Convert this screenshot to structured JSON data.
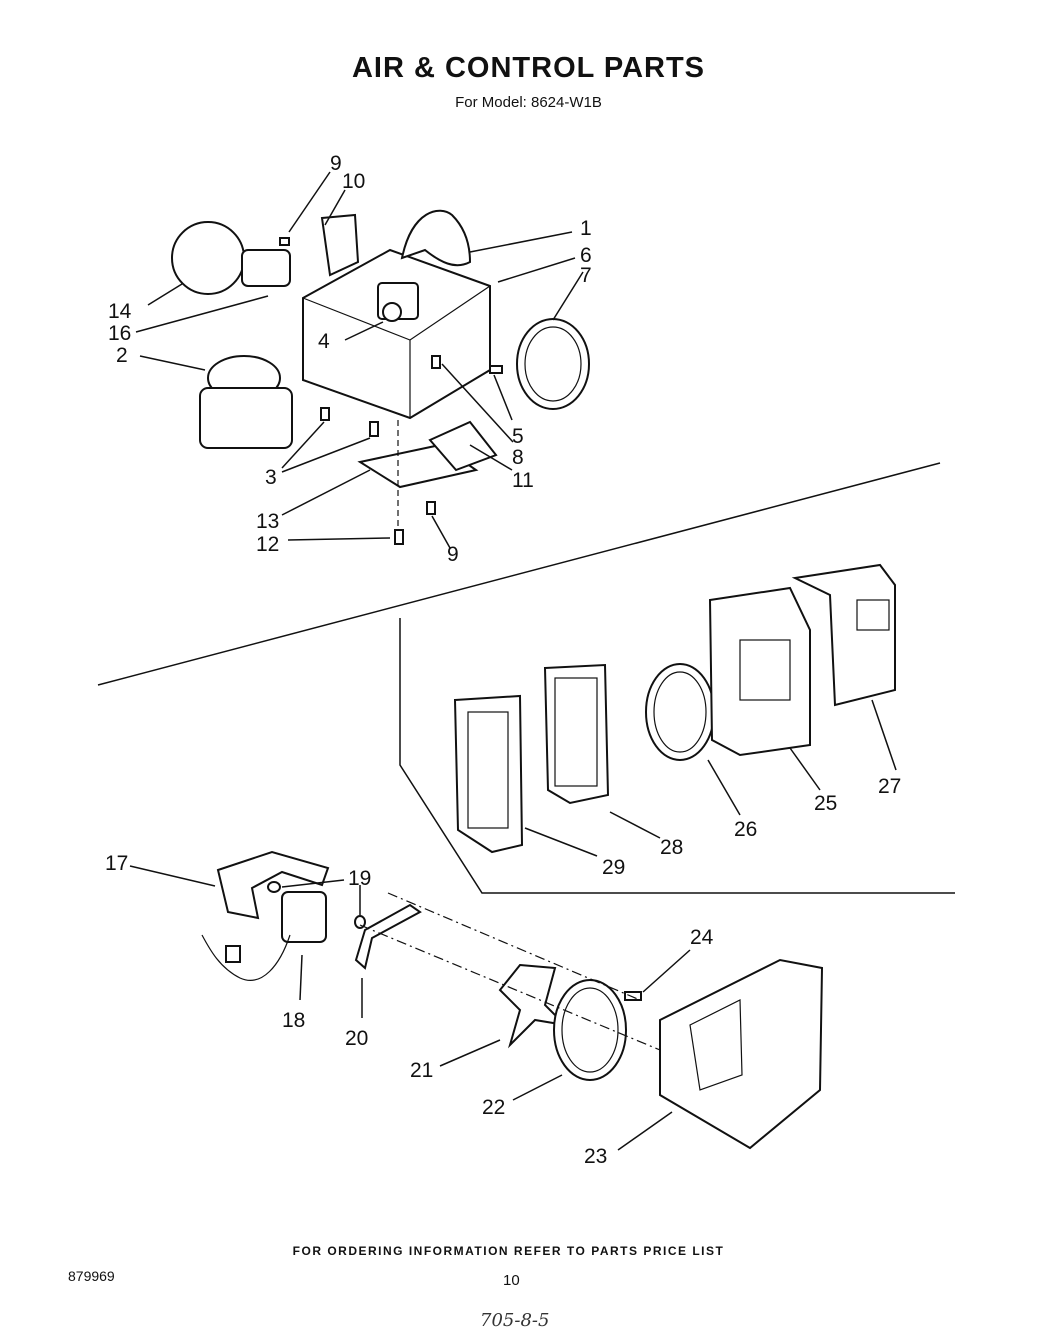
{
  "header": {
    "title": "AIR & CONTROL PARTS",
    "subtitle": "For Model: 8624-W1B"
  },
  "callouts": {
    "c1": "1",
    "c2": "2",
    "c3": "3",
    "c4": "4",
    "c5": "5",
    "c6": "6",
    "c7": "7",
    "c8": "8",
    "c9_top": "9",
    "c9_bottom": "9",
    "c10": "10",
    "c11": "11",
    "c12": "12",
    "c13": "13",
    "c14": "14",
    "c16": "16",
    "c17": "17",
    "c18": "18",
    "c19": "19",
    "c20": "20",
    "c21": "21",
    "c22": "22",
    "c23": "23",
    "c24": "24",
    "c25": "25",
    "c26": "26",
    "c27": "27",
    "c28": "28",
    "c29": "29"
  },
  "footer": {
    "ordering_note": "FOR ORDERING INFORMATION REFER TO PARTS PRICE LIST",
    "doc_number": "879969",
    "page_number": "10",
    "handwritten_note": "705-8-5"
  }
}
